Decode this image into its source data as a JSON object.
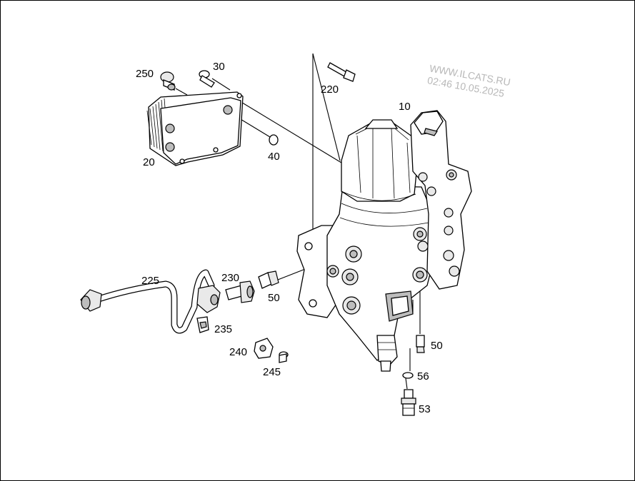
{
  "diagram": {
    "callouts": [
      {
        "id": "250",
        "text": "250"
      },
      {
        "id": "30",
        "text": "30"
      },
      {
        "id": "220",
        "text": "220"
      },
      {
        "id": "10",
        "text": "10"
      },
      {
        "id": "20",
        "text": "20"
      },
      {
        "id": "40",
        "text": "40"
      },
      {
        "id": "225",
        "text": "225"
      },
      {
        "id": "230",
        "text": "230"
      },
      {
        "id": "50a",
        "text": "50"
      },
      {
        "id": "235",
        "text": "235"
      },
      {
        "id": "240",
        "text": "240"
      },
      {
        "id": "245",
        "text": "245"
      },
      {
        "id": "50b",
        "text": "50"
      },
      {
        "id": "56",
        "text": "56"
      },
      {
        "id": "53",
        "text": "53"
      }
    ],
    "watermark": {
      "line1": "WWW.ILCATS.RU",
      "line2": "02:46 10.05.2025"
    }
  }
}
